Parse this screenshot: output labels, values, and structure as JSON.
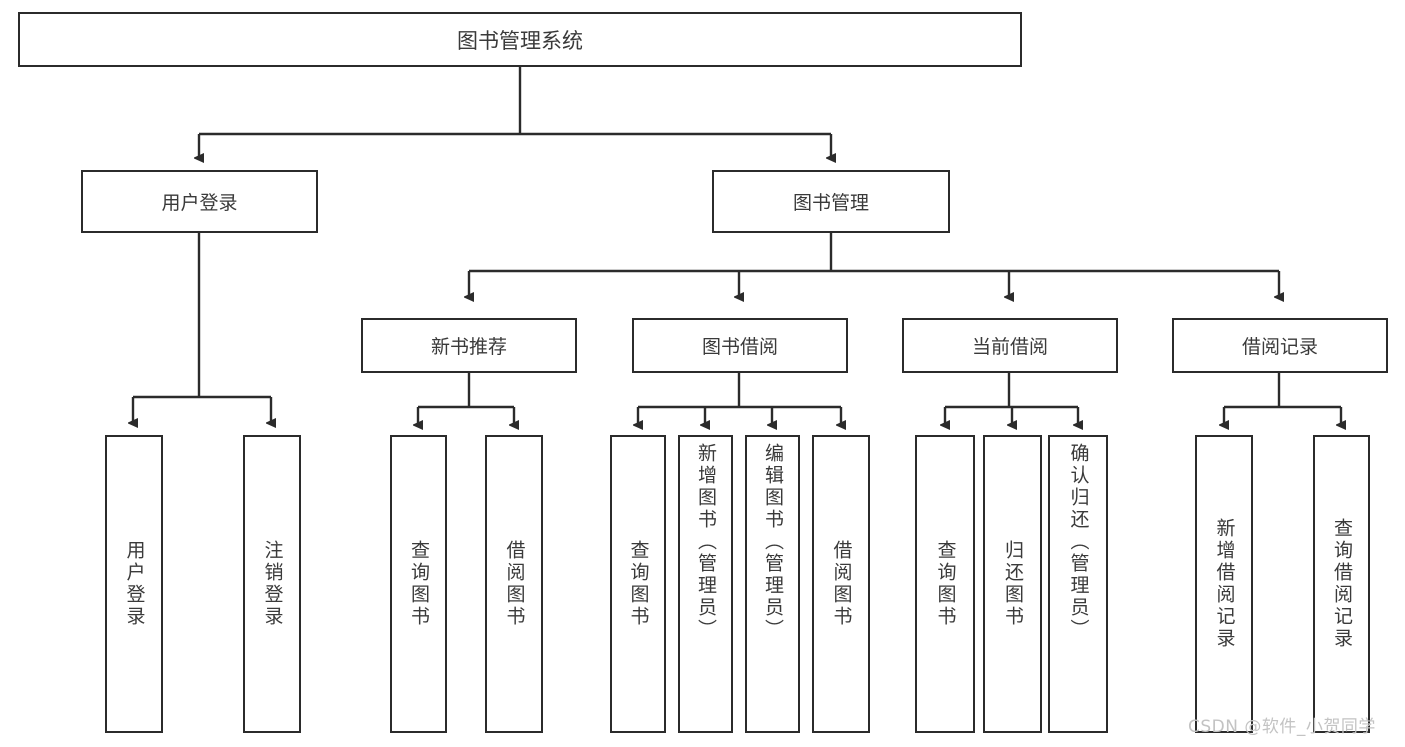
{
  "diagram": {
    "type": "tree",
    "title": "图书管理系统",
    "root": {
      "label": "图书管理系统"
    },
    "level2": [
      {
        "label": "用户登录"
      },
      {
        "label": "图书管理"
      }
    ],
    "level3": [
      {
        "label": "新书推荐"
      },
      {
        "label": "图书借阅"
      },
      {
        "label": "当前借阅"
      },
      {
        "label": "借阅记录"
      }
    ],
    "leaves": {
      "user_login": [
        {
          "label": "用户登录"
        },
        {
          "label": "注销登录"
        }
      ],
      "new_book_recommend": [
        {
          "label": "查询图书"
        },
        {
          "label": "借阅图书"
        }
      ],
      "book_borrow": [
        {
          "label": "查询图书"
        },
        {
          "label": "新增图书（管理员）"
        },
        {
          "label": "编辑图书（管理员）"
        },
        {
          "label": "借阅图书"
        }
      ],
      "current_borrow": [
        {
          "label": "查询图书"
        },
        {
          "label": "归还图书"
        },
        {
          "label": "确认归还（管理员）"
        }
      ],
      "borrow_record": [
        {
          "label": "新增借阅记录"
        },
        {
          "label": "查询借阅记录"
        }
      ]
    },
    "colors": {
      "stroke": "#2b2b2b",
      "text": "#3a3a3a",
      "background": "#ffffff",
      "watermark": "#c3c3c3"
    }
  },
  "watermark": {
    "text": "CSDN @软件_小贺同学"
  }
}
